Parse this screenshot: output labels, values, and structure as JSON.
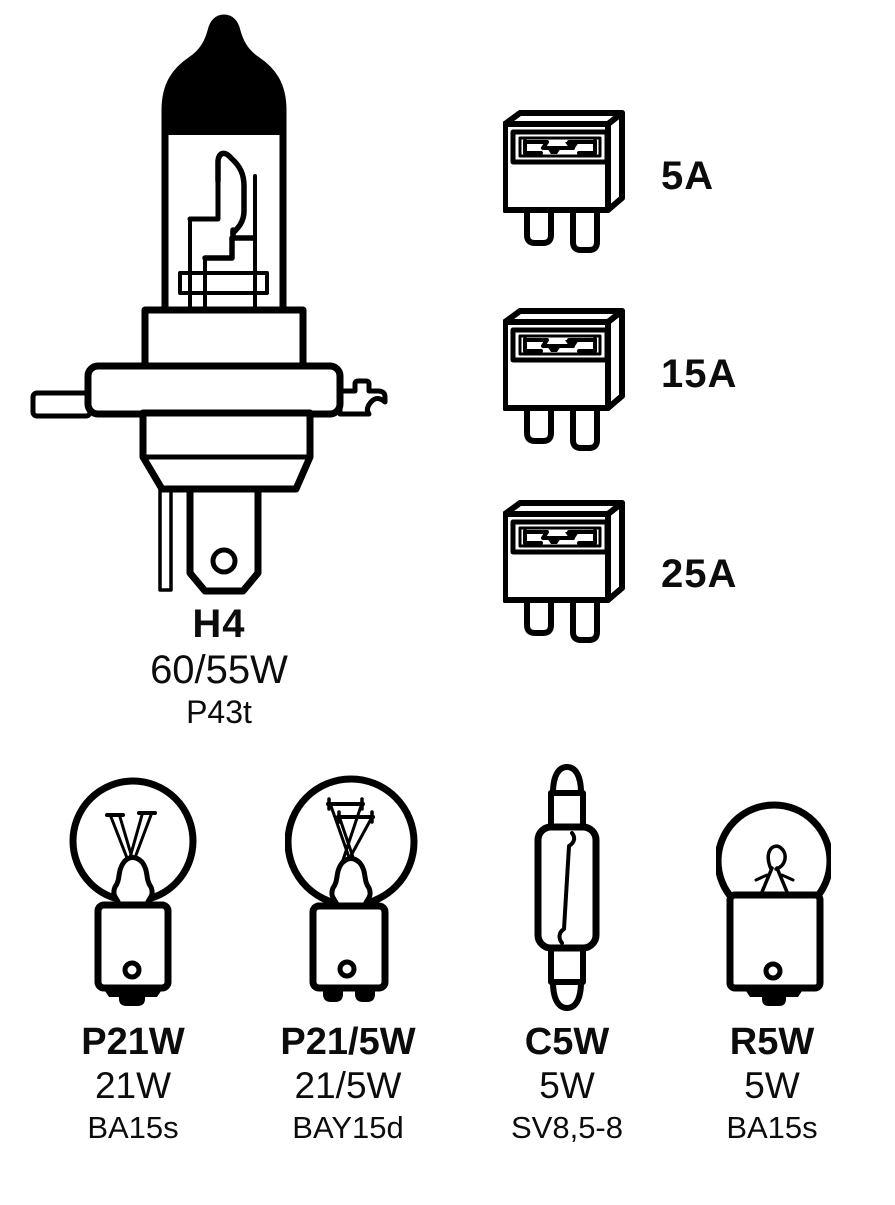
{
  "h4": {
    "name": "H4",
    "wattage": "60/55W",
    "base": "P43t"
  },
  "fuses": [
    {
      "rating": "5A"
    },
    {
      "rating": "15A"
    },
    {
      "rating": "25A"
    }
  ],
  "bulbs": [
    {
      "name": "P21W",
      "wattage": "21W",
      "base": "BA15s"
    },
    {
      "name": "P21/5W",
      "wattage": "21/5W",
      "base": "BAY15d"
    },
    {
      "name": "C5W",
      "wattage": "5W",
      "base": "SV8,5-8"
    },
    {
      "name": "R5W",
      "wattage": "5W",
      "base": "BA15s"
    }
  ],
  "colors": {
    "line": "#000000",
    "background": "#ffffff"
  }
}
